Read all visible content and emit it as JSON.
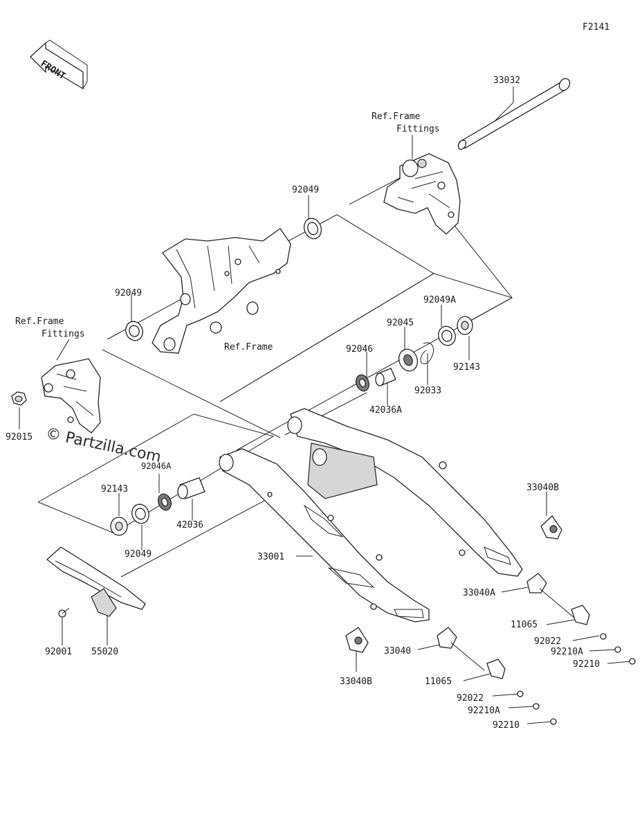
{
  "figure_code": "F2141",
  "front_arrow": "FRONT",
  "watermark": "© Partzilla.com",
  "ref_frame_fittings_top": [
    "Ref.Frame",
    "Fittings"
  ],
  "ref_frame_fittings_left": [
    "Ref.Frame",
    "Fittings"
  ],
  "ref_frame_center": "Ref.Frame",
  "labels": {
    "p33032": "33032",
    "p92049_top": "92049",
    "p92049_left": "92049",
    "p92049A": "92049A",
    "p92045": "92045",
    "p92046": "92046",
    "p92143_right": "92143",
    "p92033": "92033",
    "p42036A": "42036A",
    "p92015": "92015",
    "p92046A": "92046A",
    "p92143_left": "92143",
    "p42036": "42036",
    "p92049_bottom": "92049",
    "p33040B_right": "33040B",
    "p33001": "33001",
    "p33040A": "33040A",
    "p11065_right": "11065",
    "p92022_right": "92022",
    "p92210A_right": "92210A",
    "p92210_right": "92210",
    "p92001": "92001",
    "p55020": "55020",
    "p33040B_bottom": "33040B",
    "p33040": "33040",
    "p11065_bottom": "11065",
    "p92022_bottom": "92022",
    "p92210A_bottom": "92210A",
    "p92210_bottom": "92210"
  }
}
